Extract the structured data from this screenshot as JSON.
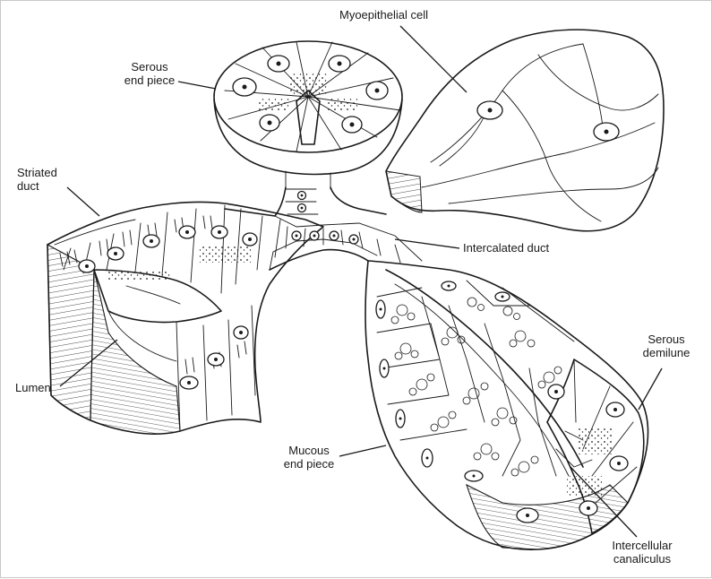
{
  "diagram": {
    "labels": {
      "myoepithelial_cell": "Myoepithelial cell",
      "serous_end_piece_1": "Serous",
      "serous_end_piece_2": "end piece",
      "striated_duct_1": "Striated",
      "striated_duct_2": "duct",
      "intercalated_duct": "Intercalated duct",
      "serous_demilune_1": "Serous",
      "serous_demilune_2": "demilune",
      "lumen": "Lumen",
      "mucous_end_piece_1": "Mucous",
      "mucous_end_piece_2": "end piece",
      "intercellular_canaliculus_1": "Intercellular",
      "intercellular_canaliculus_2": "canaliculus"
    }
  }
}
